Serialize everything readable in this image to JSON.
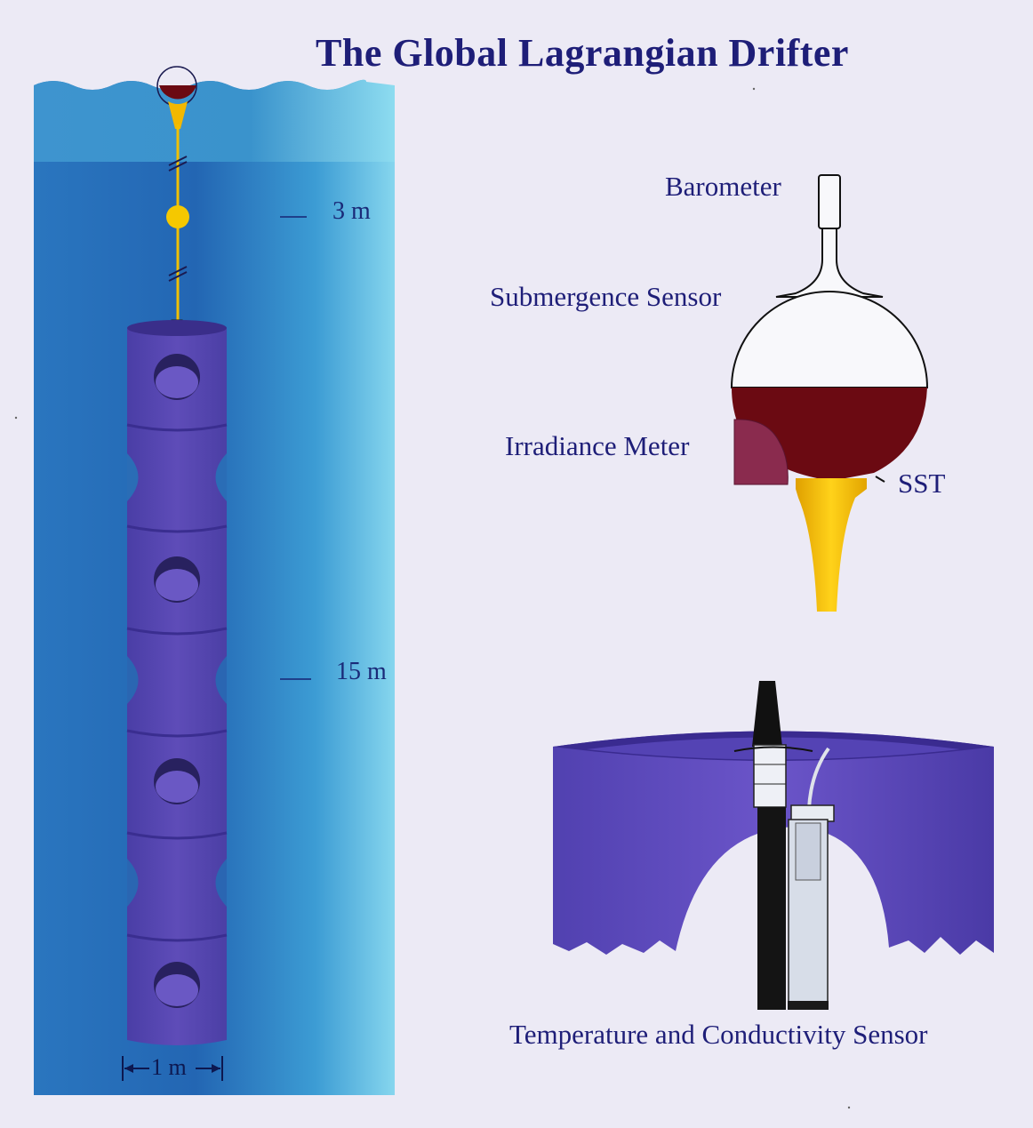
{
  "title": "The Global Lagrangian Drifter",
  "labels": {
    "barometer": "Barometer",
    "submergence_sensor": "Submergence Sensor",
    "irradiance_meter": "Irradiance Meter",
    "sst": "SST",
    "tc_sensor": "Temperature and Conductivity Sensor"
  },
  "depth_marks": {
    "m3": "3 m",
    "m15": "15 m"
  },
  "drogue_width": "1 m",
  "colors": {
    "ocean_light": "#4bb7dc",
    "ocean_deep": "#1d5ba8",
    "drogue": "#5a48b0",
    "buoy_hull": "#6b0a12",
    "tether": "#f2c000",
    "text": "#1e1e78"
  }
}
